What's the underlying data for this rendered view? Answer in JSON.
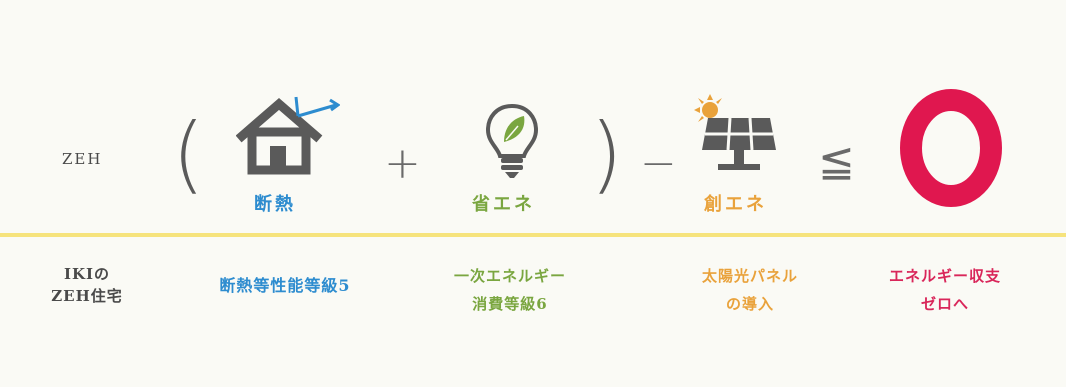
{
  "formula": {
    "zeh_label": "ZEH",
    "open_paren": "(",
    "close_paren": ")",
    "plus": "+",
    "minus": "−",
    "less_equal": "≦",
    "result": "0",
    "terms": {
      "insulation": {
        "label": "断熱",
        "icon": "house-icon",
        "color": "#2d8ccf"
      },
      "energy_saving": {
        "label": "省エネ",
        "icon": "lightbulb-leaf-icon",
        "color": "#7aa640"
      },
      "energy_creation": {
        "label": "創エネ",
        "icon": "solar-panel-icon",
        "color": "#e9a23b"
      }
    },
    "result_color": "#e0174f"
  },
  "details": {
    "iki": {
      "line1": "IKIの",
      "line2": "ZEH住宅"
    },
    "insulation": {
      "line1": "断熱等性能等級5"
    },
    "energy_saving": {
      "line1": "一次エネルギー",
      "line2": "消費等級6"
    },
    "energy_creation": {
      "line1": "太陽光パネル",
      "line2": "の導入"
    },
    "zero": {
      "line1": "エネルギー収支",
      "line2": "ゼロへ"
    }
  },
  "colors": {
    "background": "#fafaf5",
    "divider": "#f6e37c",
    "text_gray": "#4a4a4a"
  }
}
